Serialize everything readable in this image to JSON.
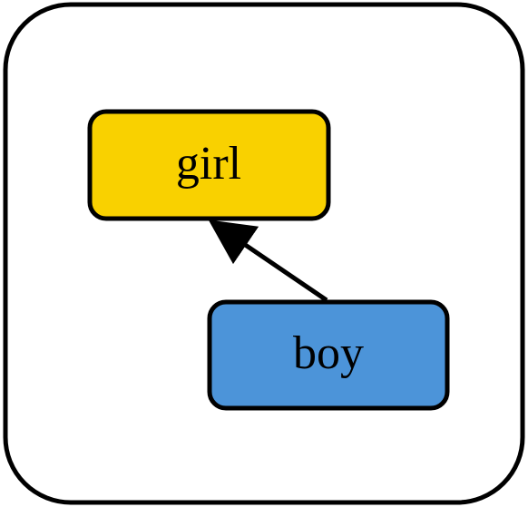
{
  "nodes": [
    {
      "id": "girl",
      "label": "girl",
      "fill": "#F9D100"
    },
    {
      "id": "boy",
      "label": "boy",
      "fill": "#4C94D9"
    }
  ],
  "edges": [
    {
      "from": "boy",
      "to": "girl"
    }
  ],
  "colors": {
    "frame_stroke": "#000000",
    "frame_fill": "#FFFFFF",
    "node_stroke": "#000000",
    "edge_stroke": "#000000",
    "label_text": "#000000"
  }
}
